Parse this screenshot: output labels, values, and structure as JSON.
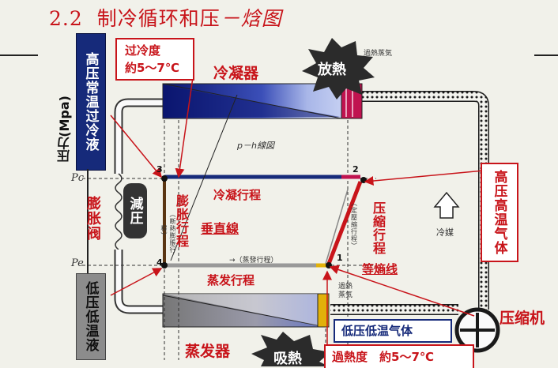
{
  "title": {
    "number": "2.2",
    "text": "制冷循环和压",
    "italic": "－焓图"
  },
  "left_axis": {
    "high_box": "高压常温过冷液",
    "pressure_label": "压力(Mpa)",
    "pc": "Pc",
    "pe": "Pe",
    "valve_label": "膨胀阀",
    "low_box": "低压低温液"
  },
  "subcool_box": {
    "line1": "过冷度",
    "line2": "約5～7℃"
  },
  "condenser_label": "冷凝器",
  "heat_release": "放熱",
  "superheat_vapor_top": "過熱蒸気",
  "ph_label": "p－h線図",
  "points": [
    "1",
    "2",
    "3",
    "4"
  ],
  "processes": {
    "condensing": "冷凝行程",
    "expansion": "膨胀行程",
    "vertical": "垂直線",
    "compression": "压縮行程",
    "compression_note": "（定壓縮行程）",
    "evaporating_note": "→（蒸發行程）",
    "evaporating": "蒸发行程",
    "isentropic": "等熵线",
    "dpi_note": "（断熱膨脹行程）"
  },
  "pressure_drop": "減圧",
  "refrigerant": "冷媒",
  "high_gas": "高压高温气体",
  "superheat_vapor_bottom": "過熱蒸気",
  "low_gas": "低压低温气体",
  "evaporator_label": "蒸发器",
  "heat_absorb": "吸熱",
  "superheat_box": "過熱度　約5～7℃",
  "compressor_label": "压缩机",
  "colors": {
    "accent_red": "#c8141a",
    "navy": "#162a7a",
    "magenta": "#c0134f",
    "gold": "#e1b10a"
  }
}
